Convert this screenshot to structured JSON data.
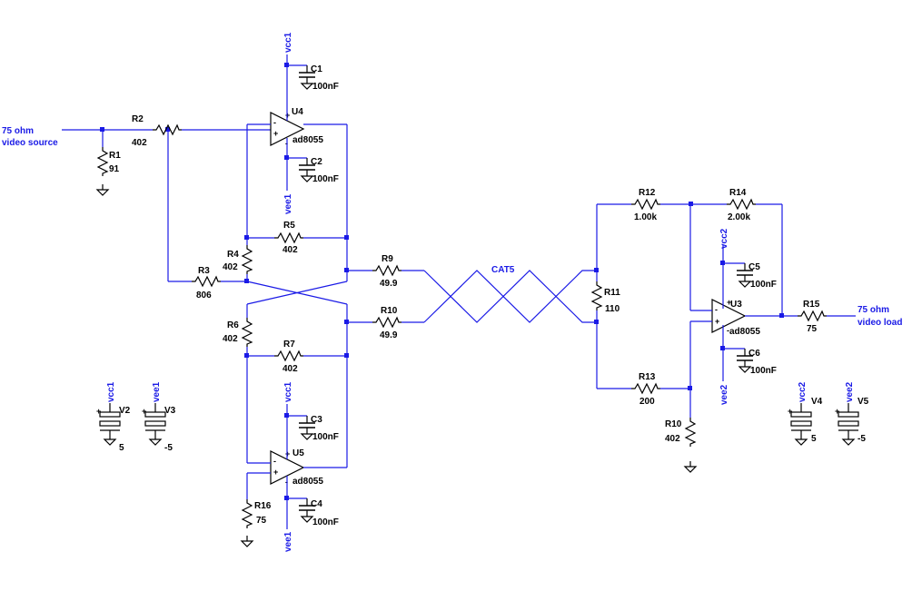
{
  "nets": {
    "vcc1": "vcc1",
    "vee1": "vee1",
    "vcc2": "vcc2",
    "vee2": "vee2",
    "cable": "CAT5",
    "source_line1": "75 ohm",
    "source_line2": "video source",
    "load_line1": "75 ohm",
    "load_line2": "video load"
  },
  "resistors": {
    "R1": {
      "name": "R1",
      "value": "91"
    },
    "R2": {
      "name": "R2",
      "value": "402"
    },
    "R3": {
      "name": "R3",
      "value": "806"
    },
    "R4": {
      "name": "R4",
      "value": "402"
    },
    "R5": {
      "name": "R5",
      "value": "402"
    },
    "R6": {
      "name": "R6",
      "value": "402"
    },
    "R7": {
      "name": "R7",
      "value": "402"
    },
    "R9": {
      "name": "R9",
      "value": "49.9"
    },
    "R10a": {
      "name": "R10",
      "value": "49.9"
    },
    "R10b": {
      "name": "R10",
      "value": "402"
    },
    "R11": {
      "name": "R11",
      "value": "110"
    },
    "R12": {
      "name": "R12",
      "value": "1.00k"
    },
    "R13": {
      "name": "R13",
      "value": "200"
    },
    "R14": {
      "name": "R14",
      "value": "2.00k"
    },
    "R15": {
      "name": "R15",
      "value": "75"
    },
    "R16": {
      "name": "R16",
      "value": "75"
    }
  },
  "capacitors": {
    "C1": {
      "name": "C1",
      "value": "100nF"
    },
    "C2": {
      "name": "C2",
      "value": "100nF"
    },
    "C3": {
      "name": "C3",
      "value": "100nF"
    },
    "C4": {
      "name": "C4",
      "value": "100nF"
    },
    "C5": {
      "name": "C5",
      "value": "100nF"
    },
    "C6": {
      "name": "C6",
      "value": "100nF"
    }
  },
  "opamps": {
    "U3": {
      "name": "U3",
      "part": "ad8055"
    },
    "U4": {
      "name": "U4",
      "part": "ad8055"
    },
    "U5": {
      "name": "U5",
      "part": "ad8055"
    }
  },
  "sources": {
    "V2": {
      "name": "V2",
      "net": "vcc1",
      "value": "5"
    },
    "V3": {
      "name": "V3",
      "net": "vee1",
      "value": "-5"
    },
    "V4": {
      "name": "V4",
      "net": "vcc2",
      "value": "5"
    },
    "V5": {
      "name": "V5",
      "net": "vee2",
      "value": "-5"
    }
  },
  "symbols": {
    "plus": "+",
    "minus": "-"
  }
}
